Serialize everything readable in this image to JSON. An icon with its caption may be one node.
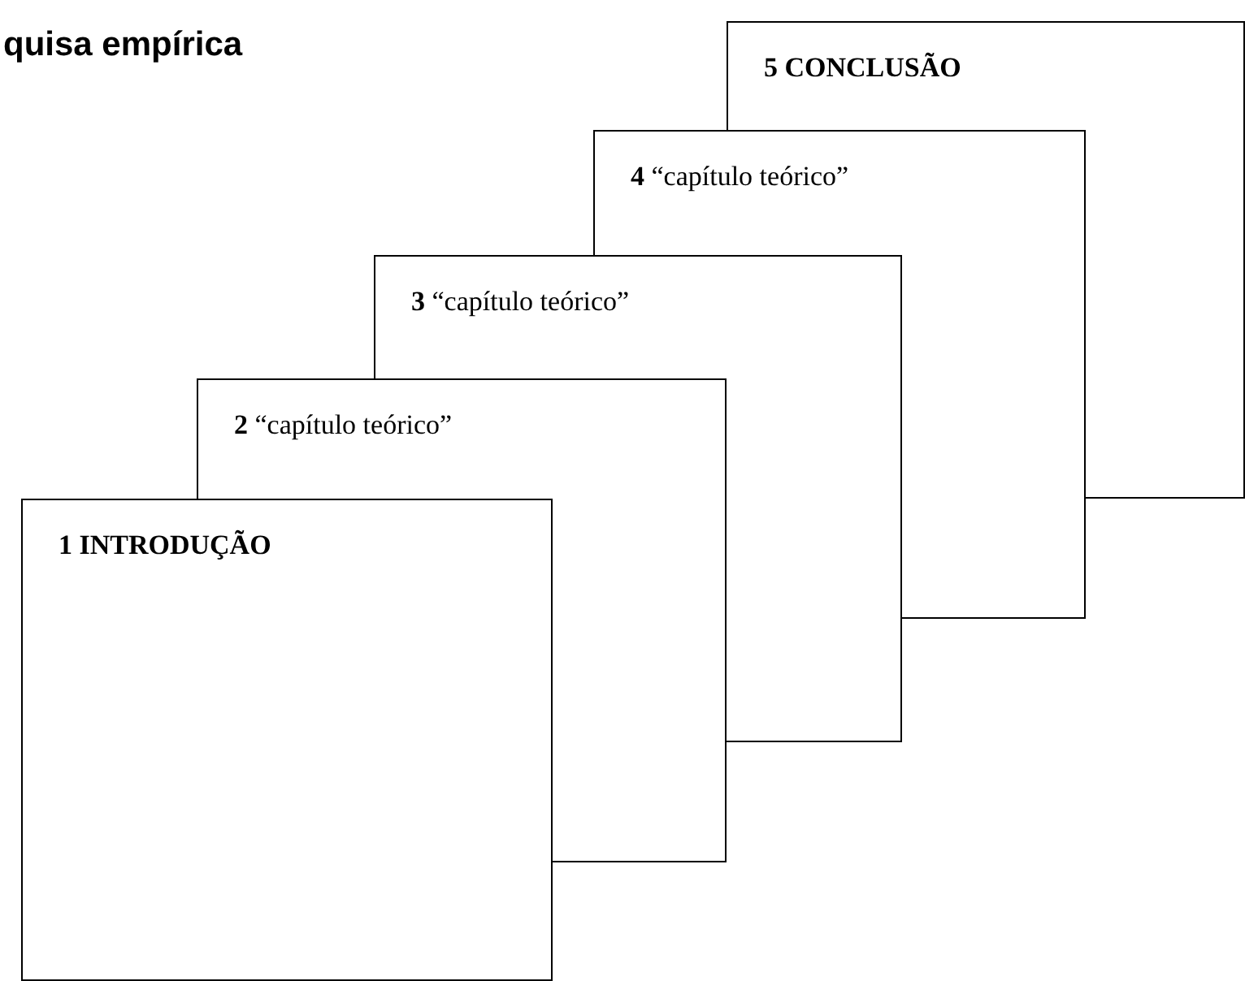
{
  "diagram": {
    "title": "quisa empírica",
    "nodes": [
      {
        "text": [
          "1 INTRODUÇÃO"
        ]
      },
      {
        "text": [
          "**2** “capítulo teórico”"
        ]
      },
      {
        "text": [
          "**3** “capítulo teórico”"
        ]
      },
      {
        "text": [
          "**4** “capítulo teórico”"
        ]
      },
      {
        "text": [
          "5 CONCLUSÃO"
        ]
      }
    ]
  }
}
